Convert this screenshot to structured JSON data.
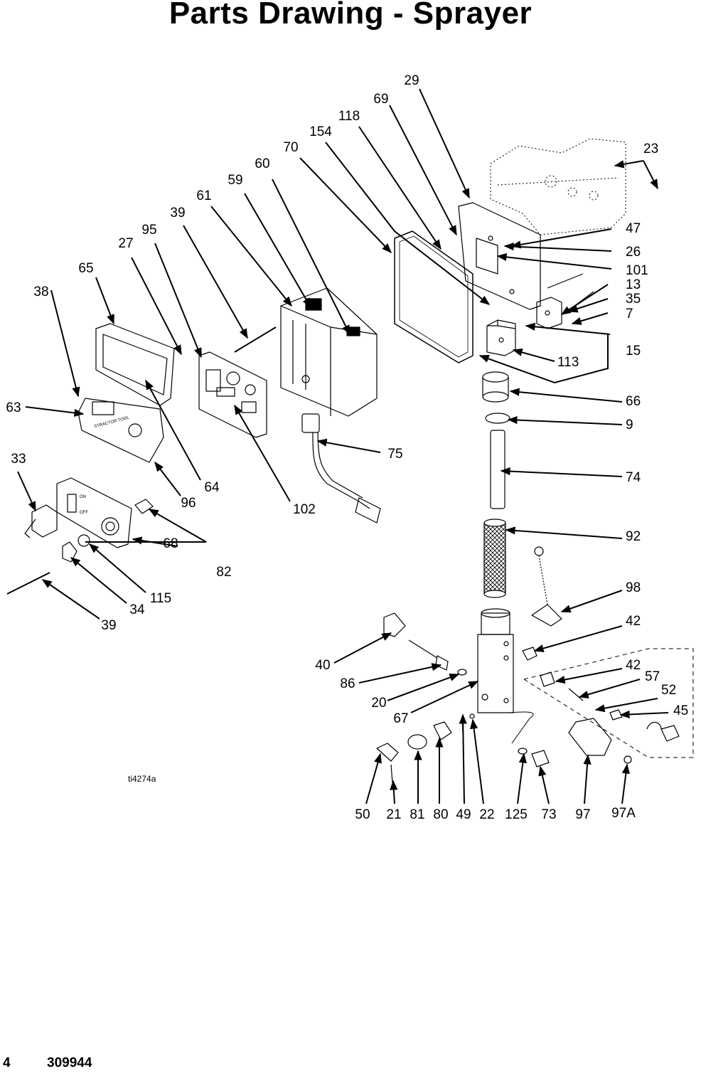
{
  "page": {
    "title": "Parts Drawing - Sprayer",
    "page_number": "4",
    "doc_number": "309944",
    "figure_code": "ti4274a"
  },
  "panel_text": {
    "on": "ON",
    "off": "OFF",
    "brand": "STRACTOR TOOL"
  },
  "callouts": {
    "c29": "29",
    "c69": "69",
    "c118": "118",
    "c154": "154",
    "c70": "70",
    "c60": "60",
    "c59": "59",
    "c61": "61",
    "c39a": "39",
    "c95": "95",
    "c27": "27",
    "c65": "65",
    "c38": "38",
    "c63": "63",
    "c33": "33",
    "c64": "64",
    "c96": "96",
    "c102": "102",
    "c75": "75",
    "c68": "68",
    "c82": "82",
    "c115": "115",
    "c34": "34",
    "c39b": "39",
    "c23": "23",
    "c47": "47",
    "c26": "26",
    "c101": "101",
    "c13": "13",
    "c35": "35",
    "c7": "7",
    "c15": "15",
    "c113": "113",
    "c66": "66",
    "c9": "9",
    "c74": "74",
    "c92": "92",
    "c98": "98",
    "c42a": "42",
    "c42b": "42",
    "c57": "57",
    "c52": "52",
    "c45": "45",
    "c40": "40",
    "c86": "86",
    "c20": "20",
    "c67": "67",
    "c50": "50",
    "c21": "21",
    "c81": "81",
    "c80": "80",
    "c49": "49",
    "c22": "22",
    "c125": "125",
    "c73": "73",
    "c97": "97",
    "c97A": "97A"
  }
}
